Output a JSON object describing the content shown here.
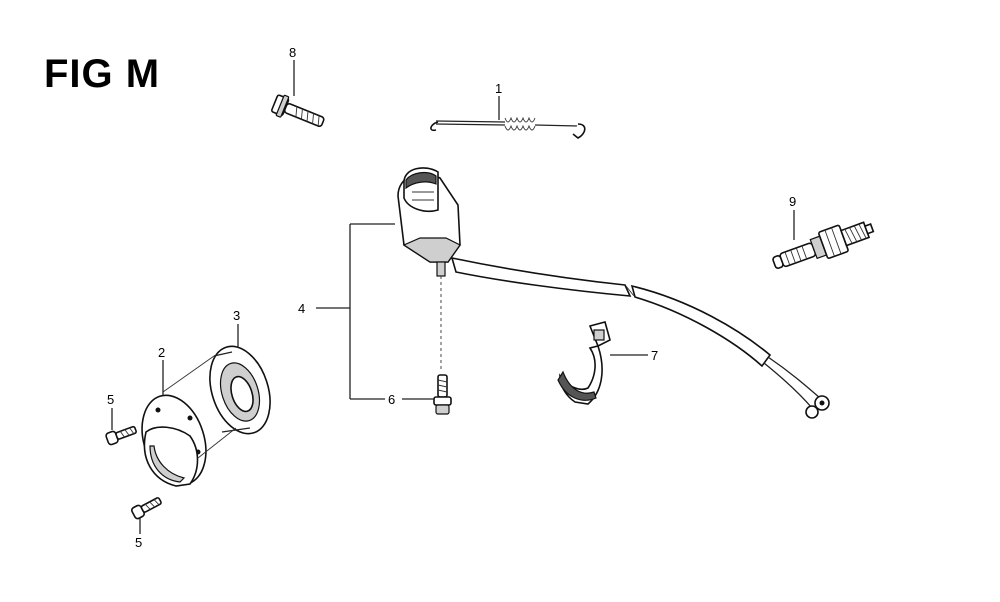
{
  "title": "FIG M",
  "callouts": [
    {
      "id": "c1",
      "label": "1"
    },
    {
      "id": "c2",
      "label": "2"
    },
    {
      "id": "c3",
      "label": "3"
    },
    {
      "id": "c4",
      "label": "4"
    },
    {
      "id": "c5a",
      "label": "5"
    },
    {
      "id": "c5b",
      "label": "5"
    },
    {
      "id": "c6",
      "label": "6"
    },
    {
      "id": "c7",
      "label": "7"
    },
    {
      "id": "c8",
      "label": "8"
    },
    {
      "id": "c9",
      "label": "9"
    }
  ]
}
